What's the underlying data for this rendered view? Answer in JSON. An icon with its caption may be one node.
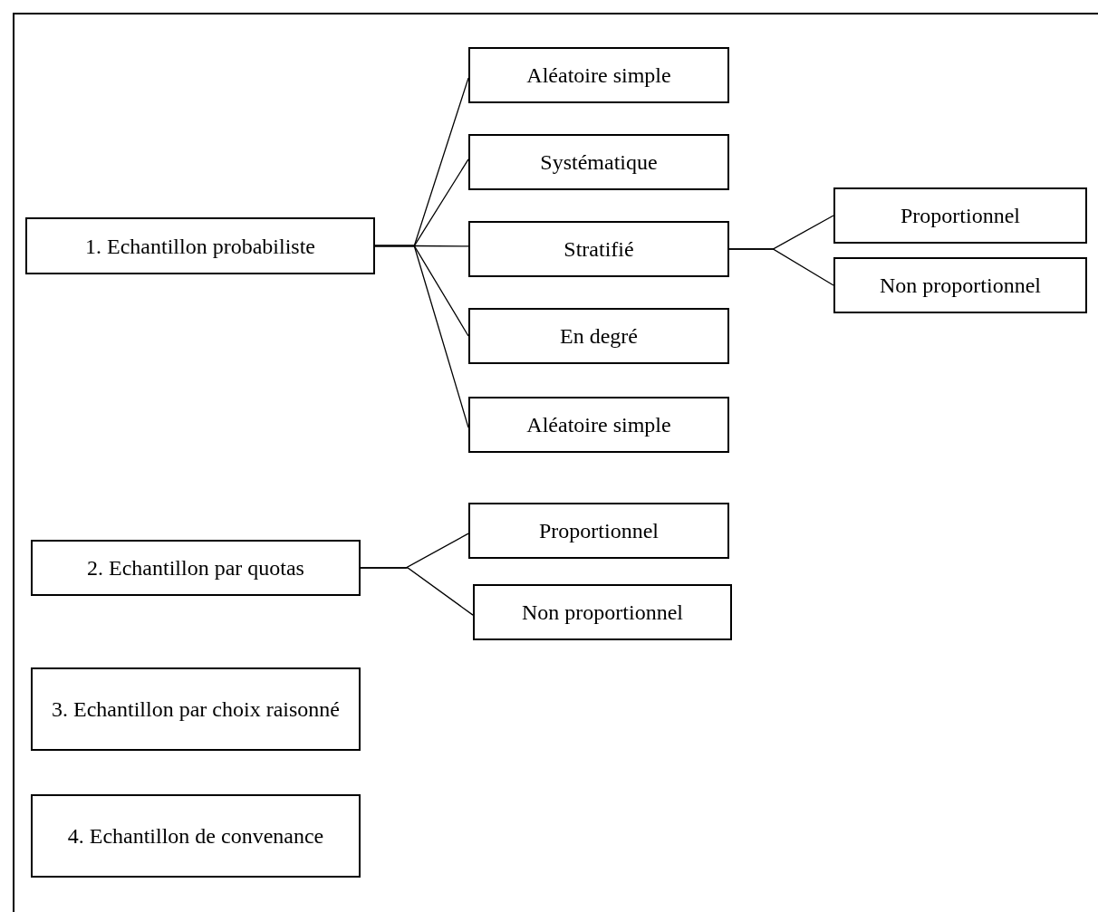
{
  "diagram": {
    "nodes": [
      {
        "text": [
          "1. Echantillon probabiliste"
        ]
      },
      {
        "text": [
          "Aléatoire simple"
        ]
      },
      {
        "text": [
          "Systématique"
        ]
      },
      {
        "text": [
          "Stratifié"
        ]
      },
      {
        "text": [
          "En degré"
        ]
      },
      {
        "text": [
          "Aléatoire simple"
        ]
      },
      {
        "text": [
          "Proportionnel"
        ]
      },
      {
        "text": [
          "Non proportionnel"
        ]
      },
      {
        "text": [
          "2. Echantillon par quotas"
        ]
      },
      {
        "text": [
          "Proportionnel"
        ]
      },
      {
        "text": [
          "Non proportionnel"
        ]
      },
      {
        "text": [
          "3. Echantillon par choix raisonné"
        ]
      },
      {
        "text": [
          "4. Echantillon de convenance"
        ]
      }
    ],
    "edges": [
      {
        "from": 0,
        "to": 1,
        "arrow": "none"
      },
      {
        "from": 0,
        "to": 2,
        "arrow": "none"
      },
      {
        "from": 0,
        "to": 3,
        "arrow": "none"
      },
      {
        "from": 0,
        "to": 4,
        "arrow": "none"
      },
      {
        "from": 0,
        "to": 5,
        "arrow": "none"
      },
      {
        "from": 3,
        "to": 6,
        "arrow": "none"
      },
      {
        "from": 3,
        "to": 7,
        "arrow": "none"
      },
      {
        "from": 8,
        "to": 9,
        "arrow": "none"
      },
      {
        "from": 8,
        "to": 10,
        "arrow": "none"
      }
    ]
  }
}
